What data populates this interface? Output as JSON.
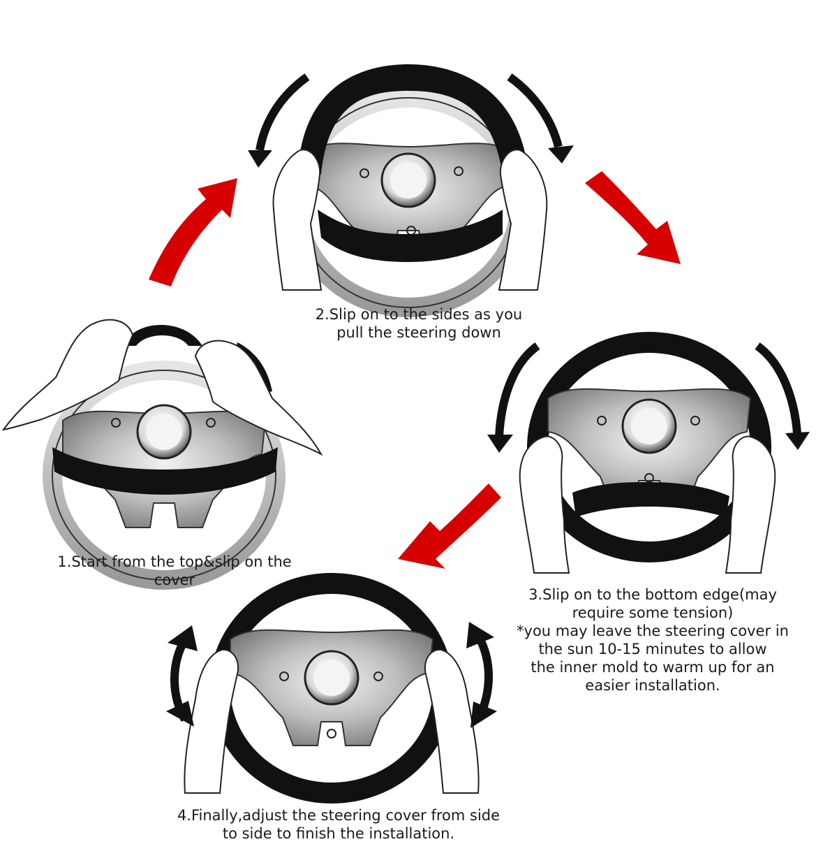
{
  "steps": [
    {
      "number": 1,
      "lines": [
        "1.Start from the top&slip on the",
        "cover"
      ]
    },
    {
      "number": 2,
      "lines": [
        "2.Slip on to the sides as you",
        "pull the steering down"
      ]
    },
    {
      "number": 3,
      "lines": [
        "3.Slip on to the bottom edge(may",
        "require some tension)",
        "*you may leave the steering cover in",
        "the sun 10-15 minutes to allow",
        "the inner mold to warm up for an",
        "easier installation."
      ]
    },
    {
      "number": 4,
      "lines": [
        "4.Finally,adjust the steering cover from side",
        "to side to finish the installation."
      ]
    }
  ],
  "colors": {
    "cover": "#111111",
    "rim": "#c9c9c9",
    "hub": "#b0b0b0",
    "arrow_red": "#d60000",
    "hand_outline": "#222222"
  },
  "icons": [
    "steering-wheel-icon",
    "hand-icon",
    "red-flow-arrow-icon",
    "curved-arrow-icon",
    "double-arrow-icon"
  ]
}
